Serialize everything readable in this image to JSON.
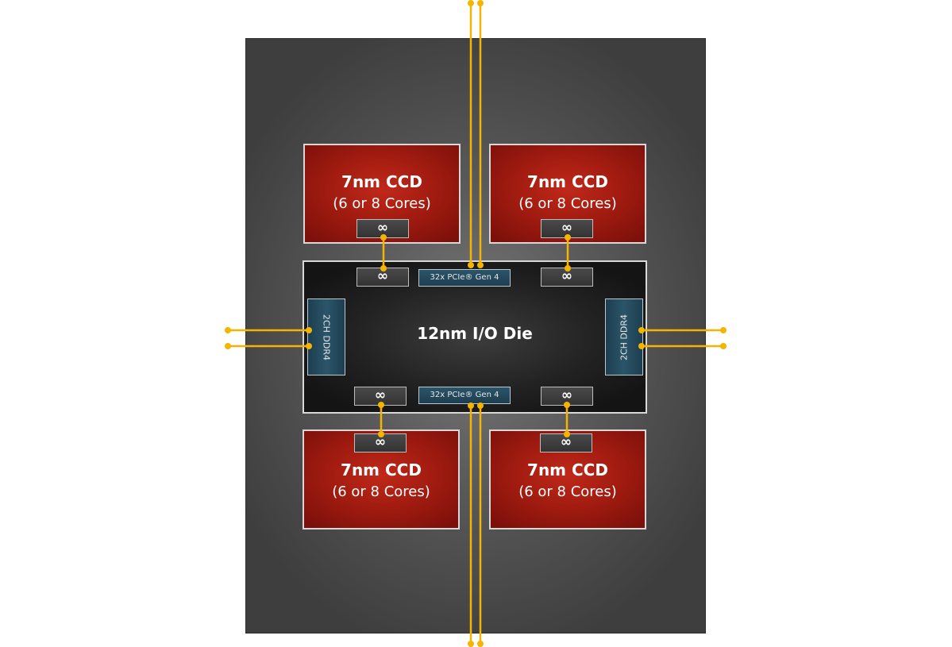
{
  "ccds": [
    {
      "title": "7nm CCD",
      "subtitle": "(6 or 8 Cores)",
      "link": "∞"
    },
    {
      "title": "7nm CCD",
      "subtitle": "(6 or 8 Cores)",
      "link": "∞"
    },
    {
      "title": "7nm CCD",
      "subtitle": "(6 or 8 Cores)",
      "link": "∞"
    },
    {
      "title": "7nm CCD",
      "subtitle": "(6 or 8 Cores)",
      "link": "∞"
    }
  ],
  "io_die": {
    "title": "12nm I/O Die",
    "pcie_top": "32x PCIe® Gen 4",
    "pcie_bottom": "32x PCIe® Gen 4",
    "memory_left": "2CH DDR4",
    "memory_right": "2CH DDR4",
    "link_symbol": "∞"
  },
  "colors": {
    "ccd_red": "#a11b10",
    "io_die_dark": "#222222",
    "package_gray": "#5a5a5a",
    "interface_blue": "#1d3e50",
    "wire_yellow": "#f5b400"
  }
}
